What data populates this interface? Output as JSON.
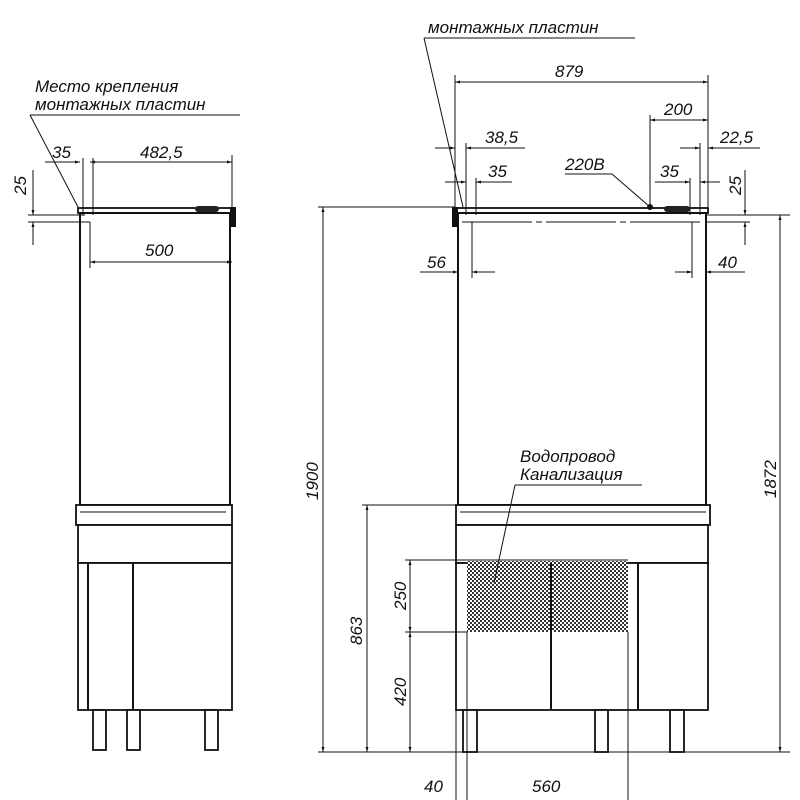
{
  "left_view": {
    "callout_line1": "Место крепления",
    "callout_line2": "монтажных пластин",
    "dims": {
      "offset_35": "35",
      "width_482_5": "482,5",
      "height_25": "25",
      "width_500": "500"
    }
  },
  "right_view": {
    "callout_line2": "монтажных пластин",
    "socket_label": "220В",
    "plumbing_line1": "Водопровод",
    "plumbing_line2": "Канализация",
    "dims": {
      "total_width": "879",
      "d200": "200",
      "d38_5": "38,5",
      "d22_5": "22,5",
      "d35_left": "35",
      "d35_right": "35",
      "d25": "25",
      "d56": "56",
      "d40": "40",
      "height_1900": "1900",
      "height_1872": "1872",
      "height_863": "863",
      "zone_250": "250",
      "zone_420": "420",
      "bottom_40": "40",
      "bottom_560": "560"
    }
  }
}
